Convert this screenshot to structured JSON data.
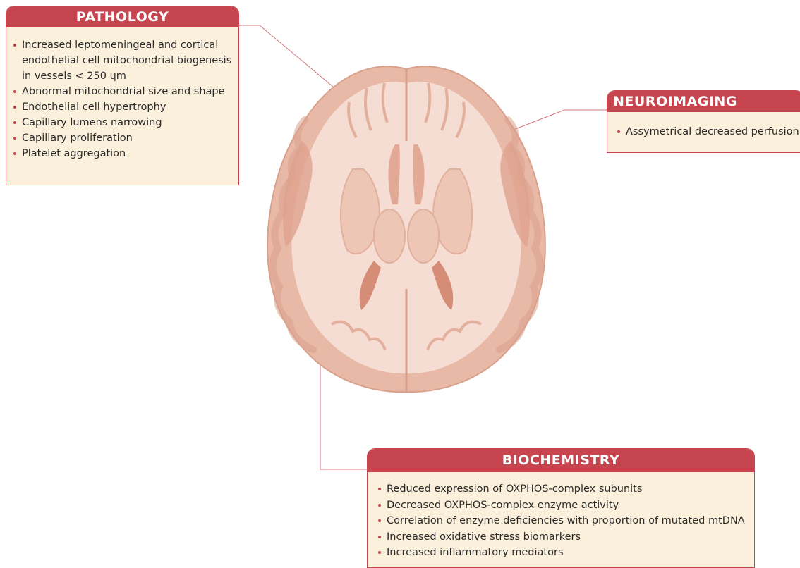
{
  "pathology": {
    "title": "PATHOLOGY",
    "items": [
      "Increased leptomeningeal and cortical endothelial cell mitochondrial biogenesis in vessels < 250 ɥm",
      "Abnormal mitochondrial size and shape",
      "Endothelial cell hypertrophy",
      "Capillary lumens narrowing",
      "Capillary proliferation",
      "Platelet aggregation"
    ]
  },
  "neuroimaging": {
    "title": "NEUROIMAGING",
    "items": [
      "Assymetrical decreased perfusion"
    ]
  },
  "biochemistry": {
    "title": "BIOCHEMISTRY",
    "items": [
      "Reduced expression of OXPHOS-complex subunits",
      "Decreased OXPHOS-complex enzyme activity",
      "Correlation of enzyme deficiencies with proportion of mutated mtDNA",
      "Increased oxidative stress biomarkers",
      "Increased inflammatory mediators"
    ]
  },
  "colors": {
    "accent": "#c6454f",
    "panel_fill": "#fbf0dc",
    "brain_white_matter": "#f6ddd3",
    "brain_gray_matter": "#e8b9a6",
    "brain_dark": "#d99a85"
  }
}
